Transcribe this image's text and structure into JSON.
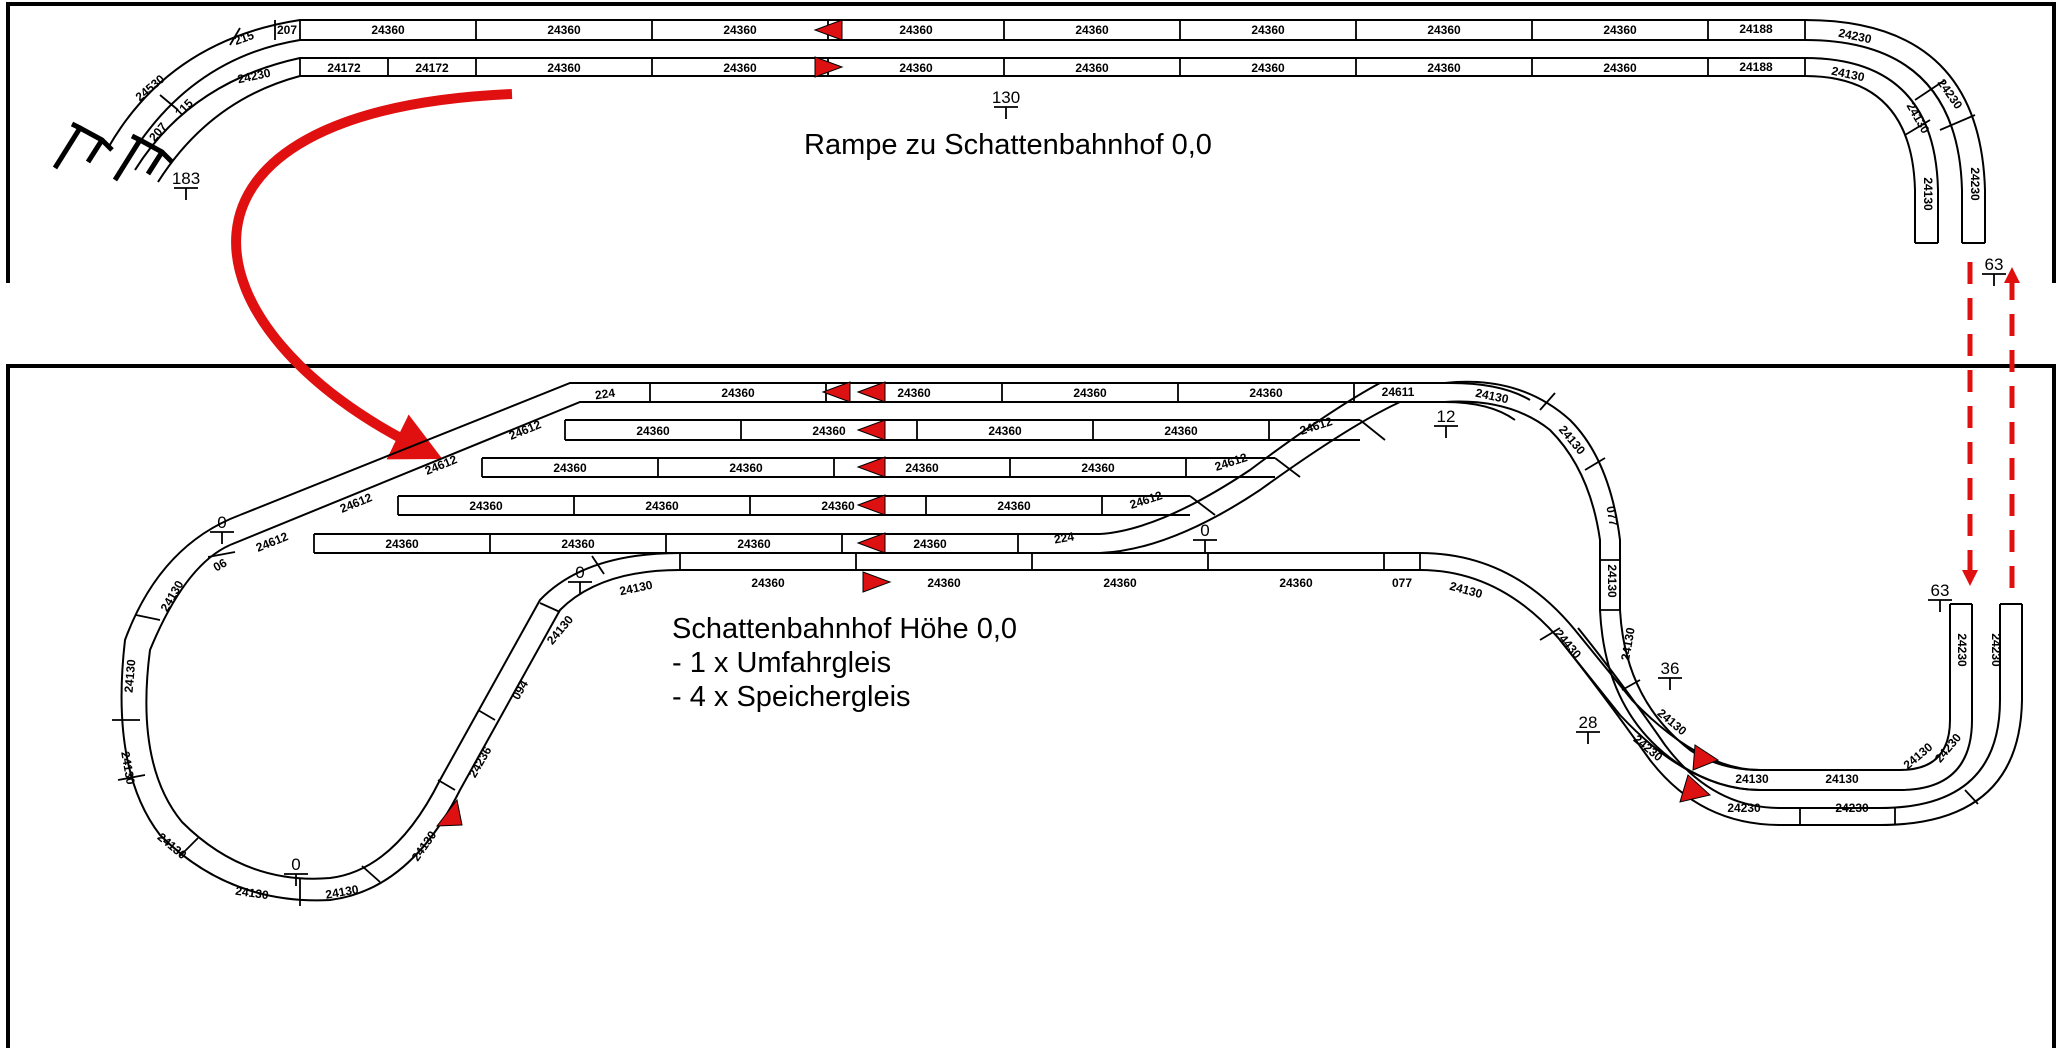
{
  "diagram": {
    "ramp": {
      "title": "Rampe zu Schattenbahnhof 0,0",
      "height_marks": [
        "183",
        "130",
        "63"
      ],
      "outer_track_labels": [
        "215",
        "207",
        "24360",
        "24360",
        "24360",
        "24360",
        "24360",
        "24360",
        "24360",
        "24360",
        "24188",
        "24230"
      ],
      "inner_track_labels": [
        "24230",
        "24172",
        "24172",
        "24360",
        "24360",
        "24360",
        "24360",
        "24360",
        "24360",
        "24360",
        "24188",
        "24130"
      ],
      "left_curve_labels": [
        "24530",
        "115",
        "207"
      ],
      "right_outer_curve_labels": [
        "24230",
        "24230"
      ],
      "right_inner_curve_labels": [
        "24130",
        "24130"
      ]
    },
    "station": {
      "title": "Schattenbahnhof Höhe 0,0",
      "details": [
        "- 1 x Umfahrgleis",
        "- 4 x Speichergleis"
      ],
      "height_marks": [
        "0",
        "0",
        "0",
        "0",
        "12",
        "36",
        "28",
        "63"
      ],
      "storage_tracks": [
        {
          "labels": [
            "224",
            "24360",
            "24360",
            "24360",
            "24360",
            "24611"
          ]
        },
        {
          "labels": [
            "24612",
            "24360",
            "24360",
            "24360",
            "24360",
            "24612"
          ]
        },
        {
          "labels": [
            "24612",
            "24360",
            "24360",
            "24360",
            "24360",
            "24612"
          ]
        },
        {
          "labels": [
            "24612",
            "24360",
            "24360",
            "24360",
            "24360",
            "24612"
          ]
        },
        {
          "labels": [
            "24612",
            "24360",
            "24360",
            "24360",
            "24360",
            "224"
          ]
        }
      ],
      "bypass_track": [
        "24130",
        "24360",
        "24360",
        "24360",
        "24360",
        "077",
        "24130"
      ],
      "left_loop_labels": [
        "06",
        "24130",
        "24130",
        "24130",
        "24130",
        "24130",
        "24130",
        "24130",
        "24236",
        "094",
        "24130"
      ],
      "right_s_curve_labels": [
        "24130",
        "24130",
        "077",
        "24130",
        "24130",
        "24130",
        "24130",
        "24130",
        "24130"
      ],
      "lower_curve_labels": [
        "24430",
        "24230",
        "24230",
        "24230",
        "24230",
        "24230",
        "24230"
      ]
    },
    "colors": {
      "accent": "#dd1111",
      "line": "#000000",
      "background": "#ffffff"
    },
    "icons": [
      "ramp-end-bumper-icon",
      "direction-arrow-icon",
      "transfer-arrow-icon"
    ]
  }
}
